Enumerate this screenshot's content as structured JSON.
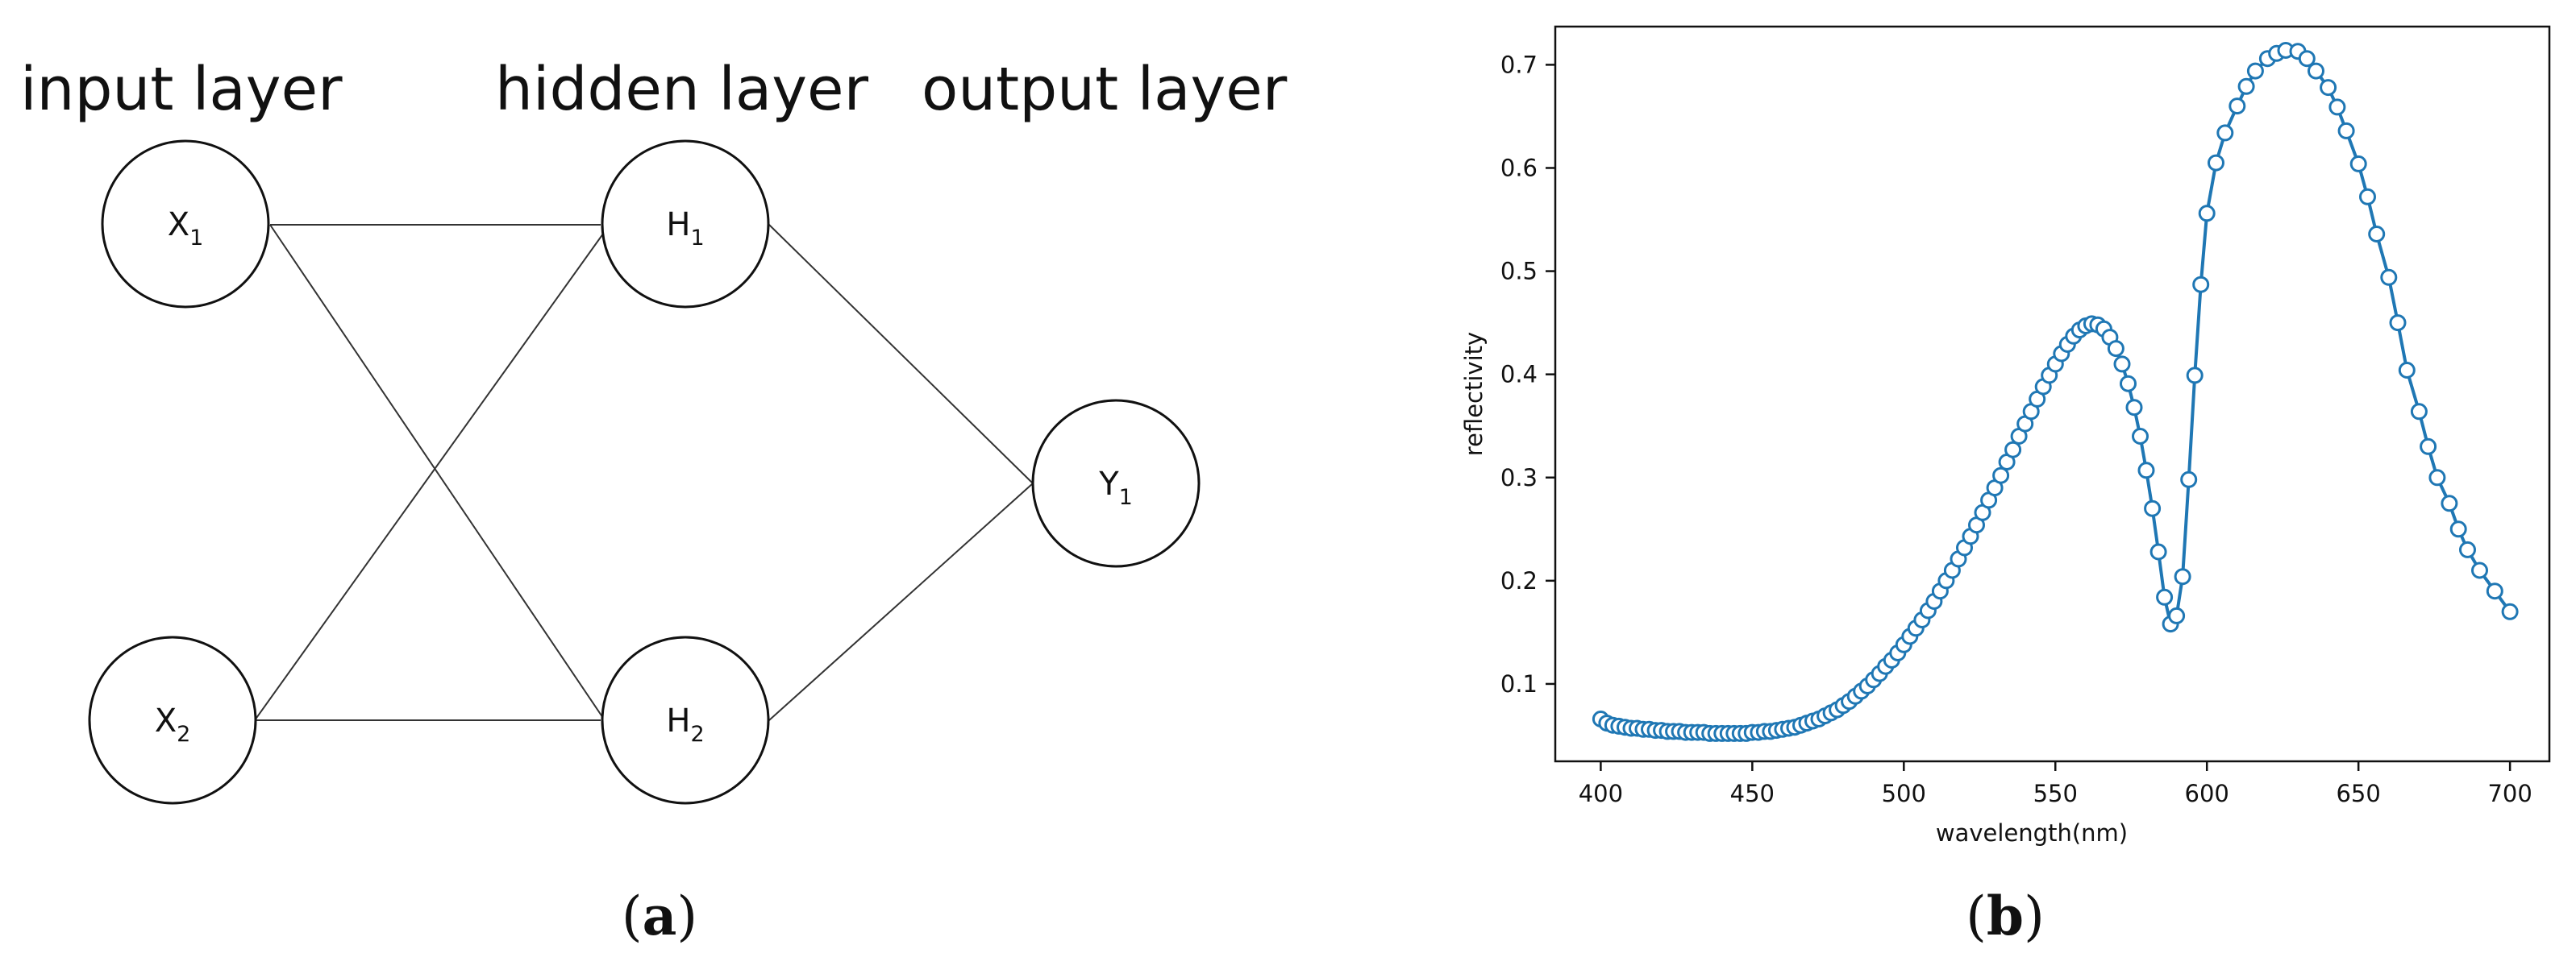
{
  "panel_a": {
    "label_open": "(",
    "label_letter": "a",
    "label_close": ")",
    "layers": {
      "input": "input layer",
      "hidden": "hidden layer",
      "output": "output layer"
    },
    "nodes": [
      {
        "id": "x1",
        "letter": "X",
        "sub": "1"
      },
      {
        "id": "x2",
        "letter": "X",
        "sub": "2"
      },
      {
        "id": "h1",
        "letter": "H",
        "sub": "1"
      },
      {
        "id": "h2",
        "letter": "H",
        "sub": "2"
      },
      {
        "id": "y1",
        "letter": "Y",
        "sub": "1"
      }
    ],
    "edges": [
      [
        "x1",
        "h1"
      ],
      [
        "x1",
        "h2"
      ],
      [
        "x2",
        "h1"
      ],
      [
        "x2",
        "h2"
      ],
      [
        "h1",
        "y1"
      ],
      [
        "h2",
        "y1"
      ]
    ]
  },
  "panel_b": {
    "label_open": "(",
    "label_letter": "b",
    "label_close": ")"
  },
  "colors": {
    "series": "#1f77b4",
    "ink": "#111111"
  },
  "chart_data": {
    "type": "line",
    "xlabel": "wavelength(nm)",
    "ylabel": "reflectivity",
    "xlim": [
      385,
      713
    ],
    "ylim": [
      0.025,
      0.737
    ],
    "xticks": [
      400,
      450,
      500,
      550,
      600,
      650,
      700
    ],
    "yticks": [
      0.1,
      0.2,
      0.3,
      0.4,
      0.5,
      0.6,
      0.7
    ],
    "ytick_labels": [
      "0.1",
      "0.2",
      "0.3",
      "0.4",
      "0.5",
      "0.6",
      "0.7"
    ],
    "grid": false,
    "markers": "open circles",
    "series": [
      {
        "x": [
          400,
          402,
          404,
          406,
          408,
          410,
          412,
          414,
          416,
          418,
          420,
          422,
          424,
          426,
          428,
          430,
          432,
          434,
          436,
          438,
          440,
          442,
          444,
          446,
          448,
          450,
          452,
          454,
          456,
          458,
          460,
          462,
          464,
          466,
          468,
          470,
          472,
          474,
          476,
          478,
          480,
          482,
          484,
          486,
          488,
          490,
          492,
          494,
          496,
          498,
          500,
          502,
          504,
          506,
          508,
          510,
          512,
          514,
          516,
          518,
          520,
          522,
          524,
          526,
          528,
          530,
          532,
          534,
          536,
          538,
          540,
          542,
          544,
          546,
          548,
          550,
          552,
          554,
          556,
          558,
          560,
          562,
          564,
          566,
          568,
          570,
          572,
          574,
          576,
          578,
          580,
          582,
          584,
          586,
          588,
          590,
          592,
          594,
          596,
          598,
          600,
          603,
          606,
          610,
          613,
          616,
          620,
          623,
          626,
          630,
          633,
          636,
          640,
          643,
          646,
          650,
          653,
          656,
          660,
          663,
          666,
          670,
          673,
          676,
          680,
          683,
          686,
          690,
          695,
          700
        ],
        "y": [
          0.066,
          0.062,
          0.06,
          0.059,
          0.058,
          0.057,
          0.057,
          0.056,
          0.056,
          0.055,
          0.055,
          0.054,
          0.054,
          0.054,
          0.053,
          0.053,
          0.053,
          0.053,
          0.052,
          0.052,
          0.052,
          0.052,
          0.052,
          0.052,
          0.052,
          0.053,
          0.053,
          0.054,
          0.054,
          0.055,
          0.056,
          0.057,
          0.058,
          0.06,
          0.062,
          0.064,
          0.066,
          0.069,
          0.072,
          0.075,
          0.079,
          0.083,
          0.088,
          0.093,
          0.098,
          0.104,
          0.11,
          0.117,
          0.123,
          0.13,
          0.138,
          0.146,
          0.154,
          0.162,
          0.171,
          0.18,
          0.19,
          0.2,
          0.21,
          0.221,
          0.232,
          0.243,
          0.254,
          0.266,
          0.278,
          0.29,
          0.302,
          0.315,
          0.327,
          0.34,
          0.352,
          0.364,
          0.376,
          0.388,
          0.399,
          0.41,
          0.42,
          0.429,
          0.437,
          0.443,
          0.447,
          0.449,
          0.448,
          0.444,
          0.436,
          0.425,
          0.41,
          0.391,
          0.368,
          0.34,
          0.307,
          0.27,
          0.228,
          0.184,
          0.158,
          0.166,
          0.204,
          0.298,
          0.399,
          0.487,
          0.556,
          0.605,
          0.634,
          0.66,
          0.679,
          0.694,
          0.706,
          0.711,
          0.714,
          0.713,
          0.706,
          0.694,
          0.678,
          0.659,
          0.636,
          0.604,
          0.572,
          0.536,
          0.494,
          0.45,
          0.404,
          0.364,
          0.33,
          0.3,
          0.275,
          0.25,
          0.23,
          0.21,
          0.19,
          0.17
        ]
      }
    ]
  }
}
